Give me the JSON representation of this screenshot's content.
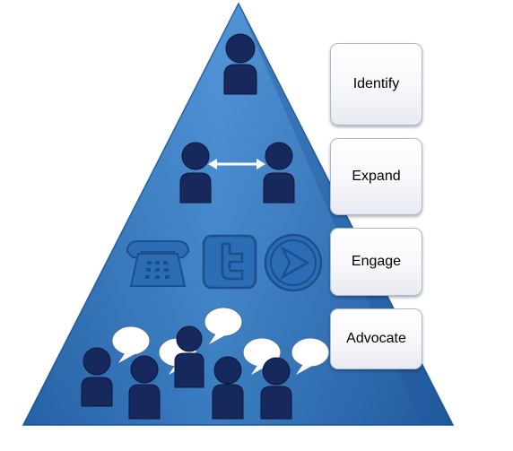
{
  "stages": [
    {
      "label": "Identify"
    },
    {
      "label": "Expand"
    },
    {
      "label": "Engage"
    },
    {
      "label": "Advocate"
    }
  ],
  "colors": {
    "pyramid_fill": "#2f78c6",
    "pyramid_light": "#4d95dc",
    "pyramid_edge": "#1e5aa0",
    "person_fill": "#16285c",
    "person_stroke": "#0b163d",
    "arrow": "#ffffff",
    "channel_icon_fill": "#2a6db5",
    "channel_icon_stroke": "#1c4f8c",
    "bubble_fill": "#ffffff",
    "label_border": "#a9b9d3"
  },
  "icons": {
    "identify": "person-icon",
    "expand": "double-arrow-icon",
    "engage": [
      "telephone-icon",
      "twitter-icon",
      "play-icon"
    ],
    "advocate": "speech-bubble-icon"
  }
}
